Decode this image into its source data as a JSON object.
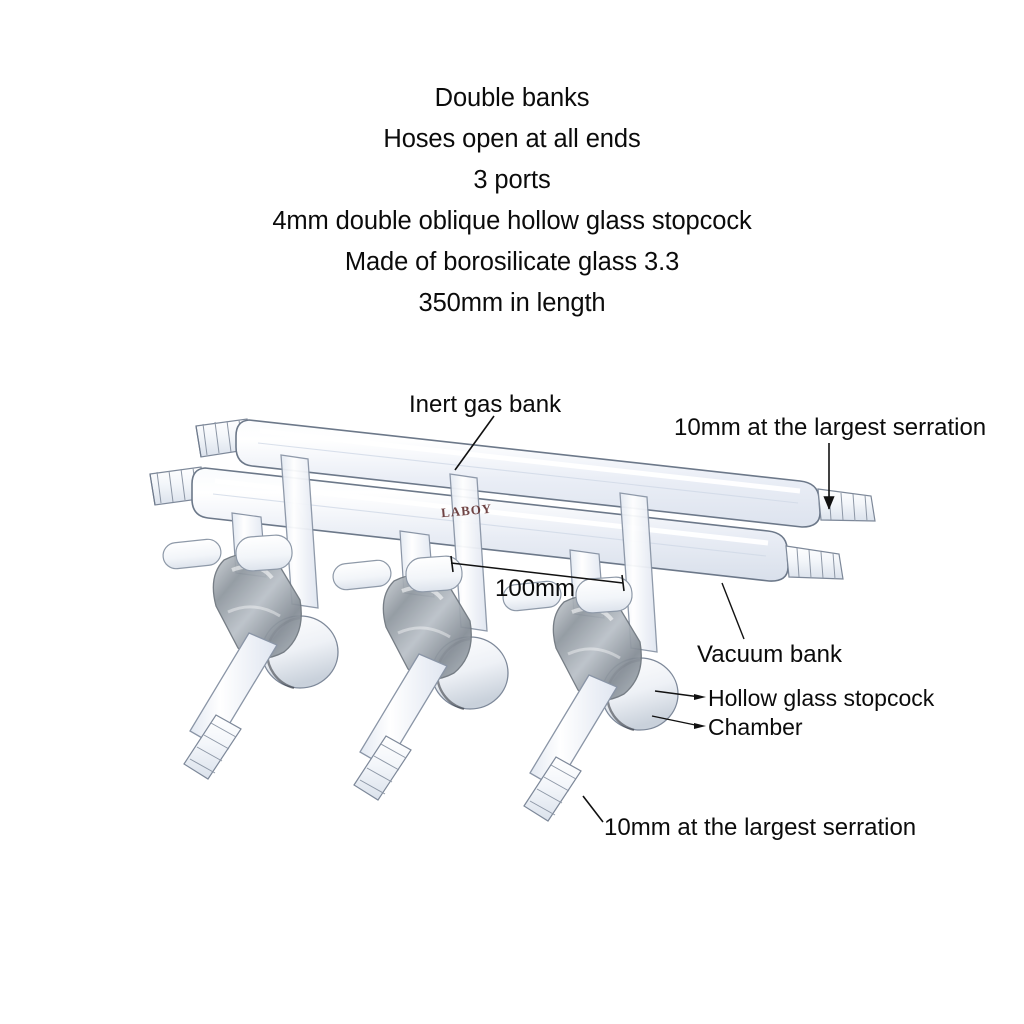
{
  "product": {
    "brand": "LABOY",
    "spec_lines": [
      "Double banks",
      "Hoses open at all ends",
      "3 ports",
      "4mm double oblique hollow glass stopcock",
      "Made of borosilicate glass 3.3",
      "350mm in length"
    ]
  },
  "callouts": {
    "inert_gas_bank": "Inert gas bank",
    "serration_top": "10mm at the largest serration",
    "dimension_100mm": "100mm",
    "vacuum_bank": "Vacuum bank",
    "hollow_glass_stopcock": "Hollow glass stopcock",
    "chamber": "Chamber",
    "serration_bottom": "10mm at the largest serration"
  },
  "colors": {
    "background": "#ffffff",
    "text": "#0b0b0b",
    "leader_line": "#111111",
    "glass_fill": "#eef1f7",
    "glass_fill_light": "#f7f9fc",
    "glass_outline": "#5f6b7d",
    "glass_outline_soft": "#9aa6b6",
    "plug_gray": "#9fa6ac",
    "plug_gray_dark": "#6f7madd",
    "brand_text": "#5d2b2b"
  },
  "figure": {
    "type": "product-photo-diagram",
    "subject": "Double bank vacuum / inert gas glass manifold, 3 ports",
    "parts": [
      "inert gas bank (upper tube)",
      "vacuum bank (lower tube)",
      "3 hollow glass stopcocks",
      "chamber discs",
      "serrated hose barbs at all four bank ends",
      "serrated hose barbs at each port outlet"
    ]
  }
}
